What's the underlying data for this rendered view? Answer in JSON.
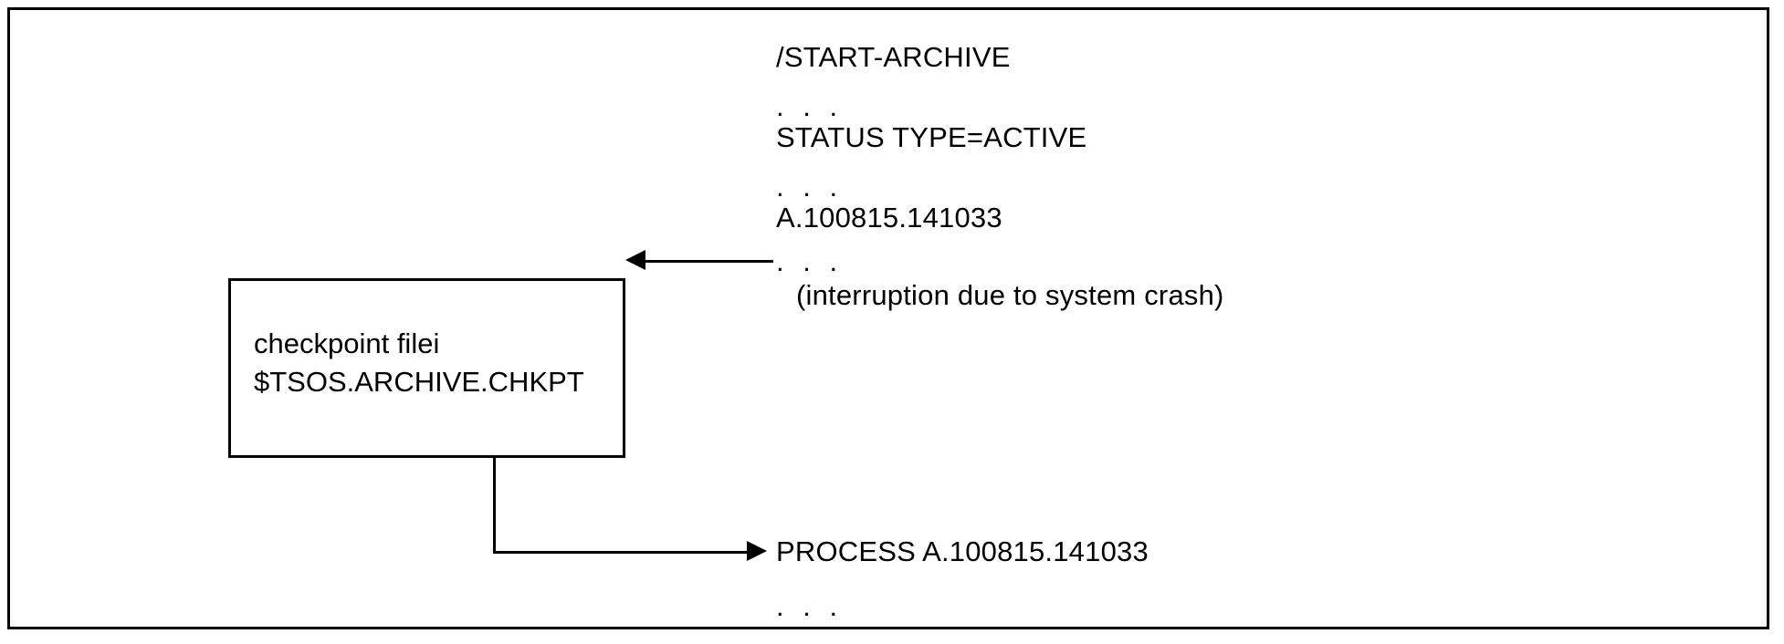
{
  "figure": {
    "type": "flow-diagram",
    "frame": true,
    "background_color": "#ffffff",
    "line_color": "#000000",
    "text_color": "#000000"
  },
  "command_listing": {
    "lines": [
      {
        "id": "start-archive",
        "text": "/START-ARCHIVE",
        "kind": "command",
        "indent": false
      },
      {
        "id": "ellipsis-1",
        "text": ". . .",
        "kind": "ellipsis",
        "indent": false
      },
      {
        "id": "status-type-active",
        "text": "STATUS TYPE=ACTIVE",
        "kind": "command",
        "indent": false
      },
      {
        "id": "ellipsis-2",
        "text": ". . .",
        "kind": "ellipsis",
        "indent": false
      },
      {
        "id": "archive-run-id",
        "text": "A.100815.141033",
        "kind": "identifier",
        "indent": false
      },
      {
        "id": "ellipsis-3",
        "text": ". . .",
        "kind": "ellipsis",
        "indent": false
      },
      {
        "id": "interruption-note",
        "text": "(interruption due to system crash)",
        "kind": "note",
        "indent": true
      }
    ]
  },
  "checkpoint_box": {
    "line1": "checkpoint filei",
    "line2": "$TSOS.ARCHIVE.CHKPT"
  },
  "restart_listing": {
    "lines": [
      {
        "id": "process-run-id",
        "text": "PROCESS A.100815.141033",
        "kind": "command"
      },
      {
        "id": "ellipsis-4",
        "text": ". . .",
        "kind": "ellipsis"
      }
    ]
  },
  "connectors": {
    "write_checkpoint": {
      "direction": "left",
      "description": "archive run writes checkpoint file"
    },
    "restart_from_checkpoint": {
      "direction": "right",
      "description": "checkpoint file used to restart processing"
    }
  }
}
